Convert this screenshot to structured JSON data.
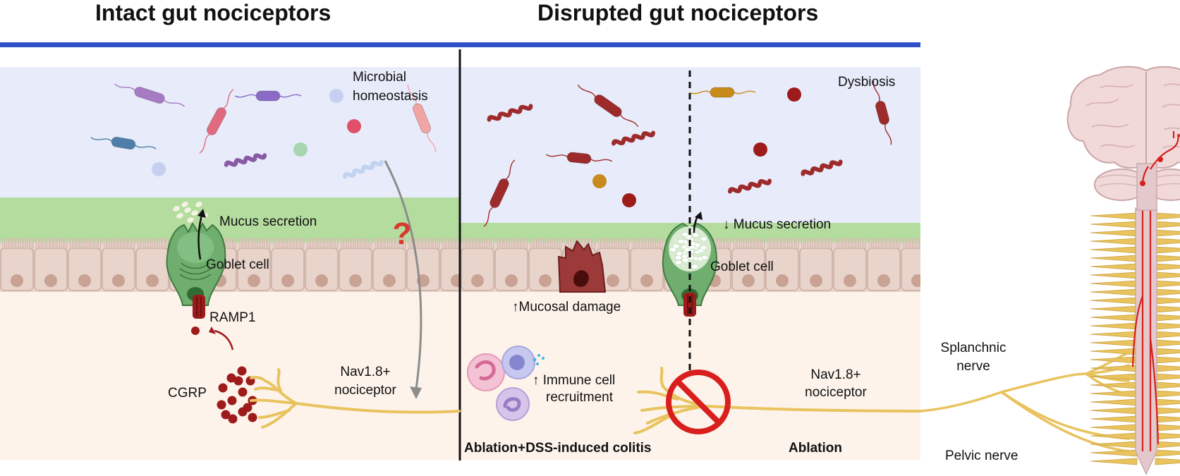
{
  "titles": {
    "left": "Intact gut nociceptors",
    "right": "Disrupted gut nociceptors"
  },
  "labels": {
    "microbial_homeostasis_1": "Microbial",
    "microbial_homeostasis_2": "homeostasis",
    "mucus_secretion_left": "Mucus secretion",
    "goblet_cell_left": "Goblet cell",
    "ramp1": "RAMP1",
    "cgrp": "CGRP",
    "nav_left_1": "Nav1.8+",
    "nav_left_2": "nociceptor",
    "question_mark": "?",
    "dysbiosis": "Dysbiosis",
    "mucus_secretion_right": "↓ Mucus secretion",
    "goblet_cell_right": "Goblet cell",
    "mucosal_damage": "↑Mucosal damage",
    "immune_1": "↑ Immune cell",
    "immune_2": "recruitment",
    "nav_right_1": "Nav1.8+",
    "nav_right_2": "nociceptor",
    "ablation_dss": "Ablation+DSS-induced colitis",
    "ablation": "Ablation",
    "splanchnic_1": "Splanchnic",
    "splanchnic_2": "nerve",
    "pelvic": "Pelvic nerve"
  },
  "colors": {
    "lumen": "#e8ecfa",
    "mucus": "#b5dc9f",
    "epithelium": "#e8d4cb",
    "nucleus": "#c8a293",
    "lamina": "#fdf3ea",
    "blue_bar": "#2f4fc8",
    "goblet": "#6fae6f",
    "nerve": "#e8c35e",
    "cgrp": "#9e1b1b",
    "spine": "#e3c9cb",
    "prohibit": "#d91e1e",
    "tract": "#d62020"
  },
  "icons": [
    "bacteria-icon",
    "goblet-cell-icon",
    "ramp1-receptor-icon",
    "cgrp-vesicle-icon",
    "nociceptor-neuron-icon",
    "immune-cell-icon",
    "damaged-cell-icon",
    "prohibited-icon",
    "brain-icon",
    "spinal-cord-icon"
  ]
}
